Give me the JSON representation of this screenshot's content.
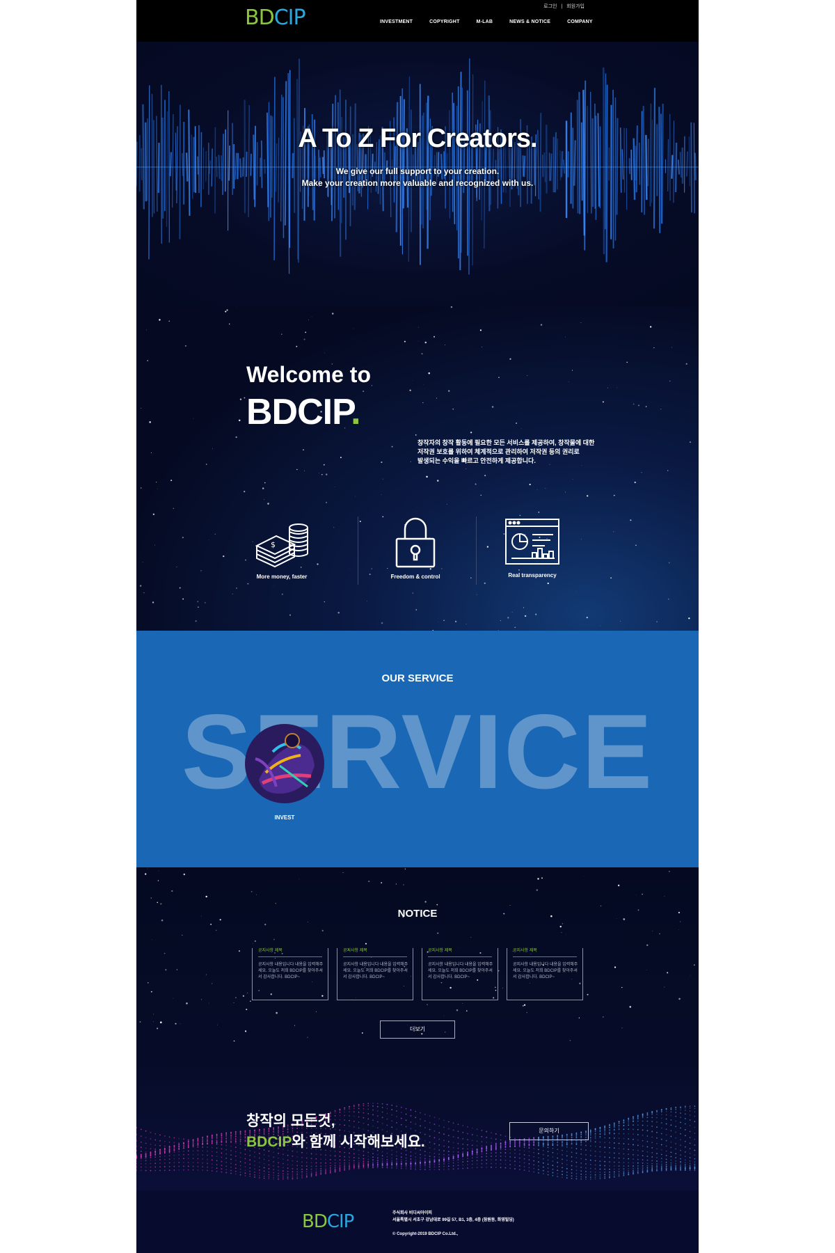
{
  "header": {
    "logo_part1": "BD",
    "logo_part2": "CIP",
    "util": {
      "login": "로그인",
      "separator": "|",
      "join": "회원가입"
    },
    "nav": [
      "INVESTMENT",
      "COPYRIGHT",
      "M-LAB",
      "NEWS & NOTICE",
      "COMPANY"
    ]
  },
  "hero": {
    "title": "A To Z For Creators.",
    "subtitle_line1": "We give our full support to your creation.",
    "subtitle_line2": "Make your creation more valuable and recognized with us."
  },
  "welcome": {
    "line1": "Welcome to",
    "line2": "BDCIP",
    "dot": ".",
    "desc_line1": "창작자의 창작 활동에 필요한 모든 서비스를 제공하여, 창작물에 대한",
    "desc_line2": "저작권 보호를 위하여 체계적으로 관리하여 저작권 등의 권리로",
    "desc_line3": "발생되는 수익을 빠르고 안전하게 제공합니다.",
    "features": [
      {
        "label": "More money, faster",
        "icon": "money-stack-icon"
      },
      {
        "label": "Freedom & control",
        "icon": "padlock-icon"
      },
      {
        "label": "Real transparency",
        "icon": "dashboard-chart-icon"
      }
    ]
  },
  "service": {
    "title": "OUR SERVICE",
    "background_word": "SERVICE",
    "item_label": "INVEST"
  },
  "notice": {
    "title": "NOTICE",
    "cards": [
      {
        "title": "공지사항 제목",
        "body": "공지사항 내용입니다 내용을 입력해주세요. 오늘도 저희 BDCIP를 찾아주셔서 감사합니다. BDCIP~"
      },
      {
        "title": "공지사항 제목",
        "body": "공지사항 내용입니다 내용을 입력해주세요. 오늘도 저희 BDCIP를 찾아주셔서 감사합니다. BDCIP~"
      },
      {
        "title": "공지사항 제목",
        "body": "공지사항 내용입니다 내용을 입력해주세요. 오늘도 저희 BDCIP를 찾아주셔서 감사합니다. BDCIP~"
      },
      {
        "title": "공지사항 제목",
        "body": "공지사항 내용입니다 내용을 입력해주세요. 오늘도 저희 BDCIP를 찾아주셔서 감사합니다. BDCIP~"
      }
    ],
    "more_button": "더보기"
  },
  "cta": {
    "line1": "창작의 모든것,",
    "line2_highlight": "BDCIP",
    "line2_rest": "와 함께 시작해보세요.",
    "button": "문의하기"
  },
  "footer": {
    "logo_part1": "BD",
    "logo_part2": "CIP",
    "company": "주식회사 비디씨아이피",
    "address": "서울특별시 서초구 강남대로 99길 57, B1, 3층, 4층 (잠원동, 화영빌딩)",
    "copyright": "© Copyright-2019 BDCIP Co.Ltd.,"
  },
  "colors": {
    "accent_green": "#8cc63f",
    "logo_blue": "#29a8e0",
    "service_blue": "#1a68b5",
    "dark_navy": "#050a22"
  }
}
